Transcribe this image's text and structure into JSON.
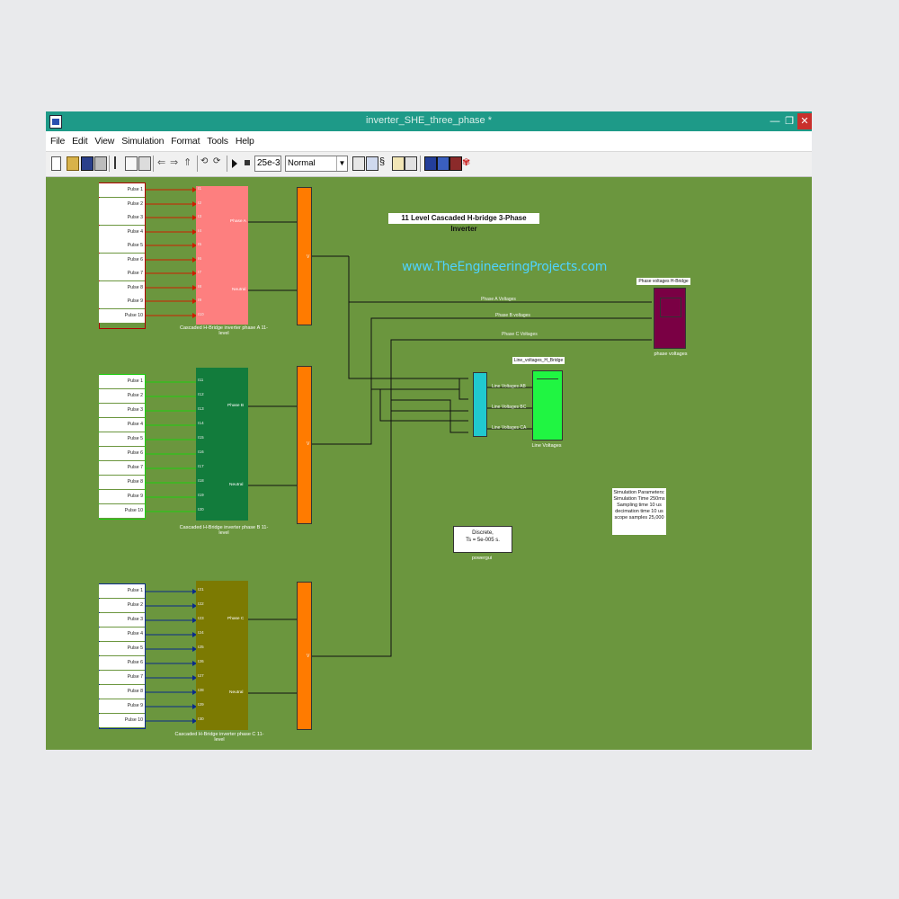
{
  "window": {
    "title": "inverter_SHE_three_phase *",
    "controls": [
      "—",
      "❐",
      "✕"
    ]
  },
  "menu": [
    "File",
    "Edit",
    "View",
    "Simulation",
    "Format",
    "Tools",
    "Help"
  ],
  "toolbar": {
    "stop_time": "25e-3",
    "sim_mode": "Normal",
    "icons": [
      "new-model-icon",
      "open-icon",
      "save-icon",
      "print-icon",
      "cut-icon",
      "copy-icon",
      "paste-icon",
      "undo-icon",
      "redo-icon",
      "up-icon",
      "start-icon",
      "pause-icon",
      "stop-icon",
      "build-icon",
      "update-diagram-icon",
      "library-browser-icon",
      "model-explorer-icon",
      "debugger-icon",
      "debug-icon"
    ]
  },
  "diagram": {
    "title": "11 Level Cascaded H-bridge 3-Phase Inverter",
    "watermark": "www.TheEngineeringProjects.com",
    "phase_a": {
      "pulses": [
        "Pulse 1",
        "Pulse 2",
        "Pulse 3",
        "Pulse 4",
        "Pulse 5",
        "Pulse 6",
        "Pulse 7",
        "Pulse 8",
        "Pulse 9",
        "Pulse 10"
      ],
      "inports": [
        "I1",
        "I2",
        "I3",
        "I4",
        "I5",
        "I6",
        "I7",
        "I8",
        "I9",
        "I10"
      ],
      "out_phase": "Phase A",
      "out_neutral": "Neutral",
      "caption": "Cascaded H-Bridge inverter phase A 11-level"
    },
    "phase_b": {
      "pulses": [
        "Pulse 1",
        "Pulse 2",
        "Pulse 3",
        "Pulse 4",
        "Pulse 5",
        "Pulse 6",
        "Pulse 7",
        "Pulse 8",
        "Pulse 9",
        "Pulse 10"
      ],
      "inports": [
        "I11",
        "I12",
        "I13",
        "I14",
        "I15",
        "I16",
        "I17",
        "I18",
        "I19",
        "I20"
      ],
      "out_phase": "Phase B",
      "out_neutral": "Neutral",
      "caption": "Cascaded H-Bridge inverter phase B 11-level"
    },
    "phase_c": {
      "pulses": [
        "Pulse 1",
        "Pulse 2",
        "Pulse 3",
        "Pulse 4",
        "Pulse 5",
        "Pulse 6",
        "Pulse 7",
        "Pulse 8",
        "Pulse 9",
        "Pulse 10"
      ],
      "inports": [
        "I21",
        "I22",
        "I23",
        "I24",
        "I25",
        "I26",
        "I27",
        "I28",
        "I29",
        "I30"
      ],
      "out_phase": "Phase C",
      "out_neutral": "Neutral",
      "caption": "Cascaded H-Bridge inverter phase C 11-level"
    },
    "signals": {
      "phase_a_voltages": "Phase A Voltages",
      "phase_b_voltages": "Phase B voltages",
      "phase_c_voltages": "Phase C Voltages",
      "line_ab": "Line Voltages AB",
      "line_bc": "Line Voltages BC",
      "line_ca": "Line Voltages CA"
    },
    "scopes": {
      "phase_scope_title": "Phase voltages H-Bridge",
      "phase_scope_caption": "phase voltages",
      "line_scope_title": "Line_voltages_H_Bridge",
      "line_scope_caption": "Line Voltages"
    },
    "mux_label": "V",
    "powergui": {
      "line1": "Discrete,",
      "line2": "Ts = 5e-005 s.",
      "caption": "powergui"
    },
    "sim_params": [
      "Simulation Parameters:",
      "Simulation Time 250ms",
      "Sampling time 10 us",
      "decimation time 10 us",
      "scope samples 25,000"
    ]
  },
  "colors": {
    "titlebar": "#1e9a88",
    "canvas": "#6b963e",
    "phase_a_block": "#fd7f7f",
    "phase_b_block": "#127c3c",
    "phase_c_block": "#7c7a02",
    "mux": "#ff7b00",
    "line_mux": "#21c9cf",
    "line_scope": "#20f542",
    "phase_scope": "#7a0044"
  }
}
